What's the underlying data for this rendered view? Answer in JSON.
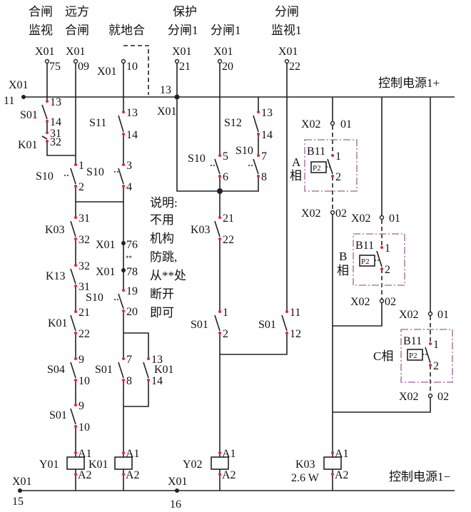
{
  "headers": {
    "close_monitor": [
      "合闸",
      "监视"
    ],
    "remote_close": [
      "远方",
      "合闸"
    ],
    "local_close": "就地合",
    "protect_trip": [
      "保护",
      "分闸1"
    ],
    "trip": "分闸1",
    "trip_monitor": [
      "分闸",
      "监视1"
    ]
  },
  "buses": {
    "positive": "控制电源1+",
    "negative": "控制电源1−"
  },
  "terminals": {
    "x01": "X01",
    "x02": "X02",
    "t75": "75",
    "t09": "09",
    "t10": "10",
    "t21": "21",
    "t20": "20",
    "t22": "22",
    "t11": "11",
    "t13": "13",
    "t15": "15",
    "t16": "16",
    "t76": "76",
    "t78": "78",
    "t01": "01",
    "t02": "02"
  },
  "devices": {
    "S01": "S01",
    "K01": "K01",
    "S10": "S10",
    "S11": "S11",
    "S12": "S12",
    "K03": "K03",
    "K13": "K13",
    "S04": "S04",
    "Y01": "Y01",
    "Y02": "Y02",
    "B11": "B11",
    "P2": "P2",
    "K03_power": "2.6 W"
  },
  "pins": {
    "p1": "1",
    "p2": "2",
    "p3": "3",
    "p4": "4",
    "p5": "5",
    "p6": "6",
    "p7": "7",
    "p8": "8",
    "p9": "9",
    "p10": "10",
    "p11": "11",
    "p12": "12",
    "p13": "13",
    "p14": "14",
    "p19": "19",
    "p20": "20",
    "p21": "21",
    "p22": "22",
    "p31": "31",
    "p32": "32",
    "A1": "A1",
    "A2": "A2",
    "star": "**"
  },
  "phases": {
    "A": [
      "A",
      "相"
    ],
    "B": [
      "B",
      "相"
    ],
    "C": "C相"
  },
  "note": [
    "说明:",
    "不用",
    "机构",
    "防跳,",
    "从**处",
    "断开",
    "即可"
  ]
}
